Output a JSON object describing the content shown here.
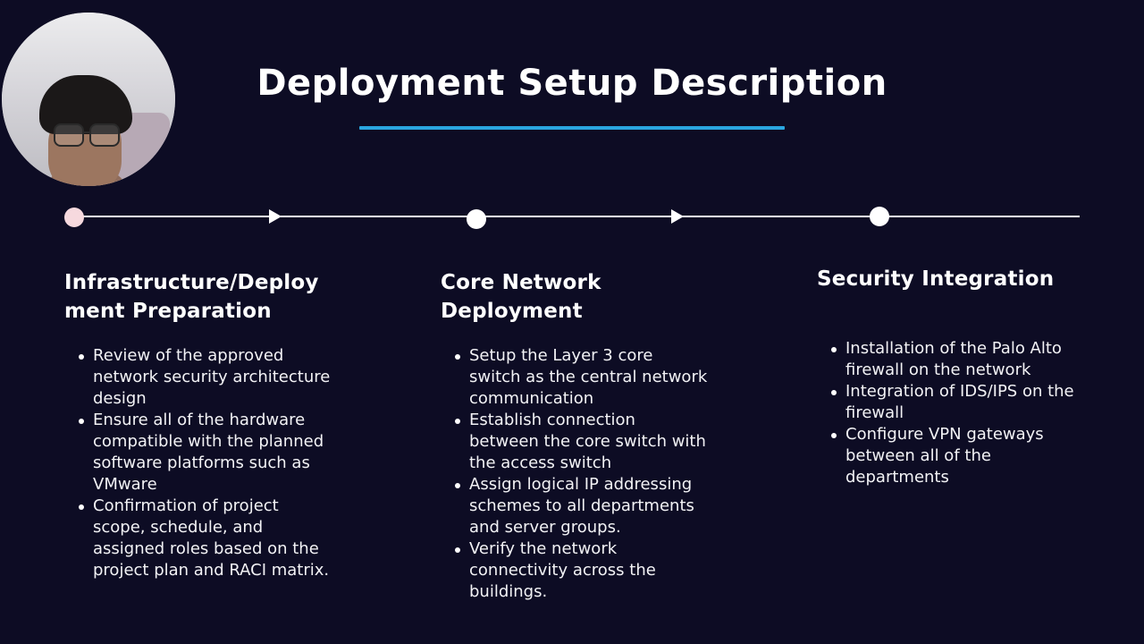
{
  "title": "Deployment Setup Description",
  "colors": {
    "background": "#0d0c24",
    "accent": "#2aa6e0",
    "text": "#ffffff"
  },
  "timeline": {
    "stages": [
      {
        "heading": "Infrastructure/Deployment Preparation",
        "bullets": [
          "Review of the approved network security architecture design",
          "Ensure all of the hardware compatible with the planned software platforms such as VMware",
          "Confirmation of project scope, schedule, and assigned roles based on the project plan and RACI matrix."
        ]
      },
      {
        "heading": "Core Network Deployment",
        "bullets": [
          "Setup the Layer 3 core switch as the central network communication",
          "Establish connection between the core switch with the access switch",
          "Assign logical IP addressing schemes to all departments and server groups.",
          "Verify the network connectivity across the buildings."
        ]
      },
      {
        "heading": "Security Integration",
        "bullets": [
          "Installation of the Palo Alto firewall on the network",
          "Integration of IDS/IPS on the firewall",
          "Configure VPN gateways between all of the departments"
        ]
      }
    ]
  }
}
